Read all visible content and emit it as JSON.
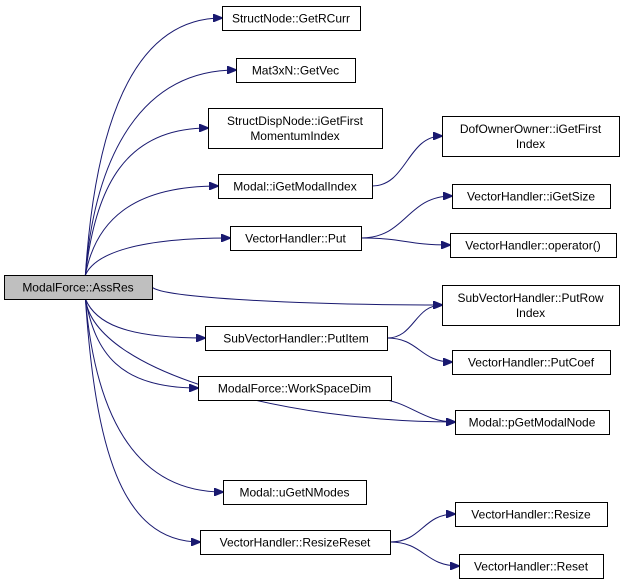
{
  "colors": {
    "edge": "#191970",
    "node_fill": "#ffffff",
    "root_fill": "#bfbfbf",
    "node_border": "#000000"
  },
  "nodes": [
    {
      "id": "root",
      "lines": [
        "ModalForce::AssRes"
      ]
    },
    {
      "id": "getrcurr",
      "lines": [
        "StructNode::GetRCurr"
      ]
    },
    {
      "id": "getvec",
      "lines": [
        "Mat3xN::GetVec"
      ]
    },
    {
      "id": "igetfirstmomentum",
      "lines": [
        "StructDispNode::iGetFirst",
        "MomentumIndex"
      ]
    },
    {
      "id": "igetmodalindex",
      "lines": [
        "Modal::iGetModalIndex"
      ]
    },
    {
      "id": "dofowner",
      "lines": [
        "DofOwnerOwner::iGetFirst",
        "Index"
      ]
    },
    {
      "id": "put",
      "lines": [
        "VectorHandler::Put"
      ]
    },
    {
      "id": "igetsize",
      "lines": [
        "VectorHandler::iGetSize"
      ]
    },
    {
      "id": "operator",
      "lines": [
        "VectorHandler::operator()"
      ]
    },
    {
      "id": "putrowindex",
      "lines": [
        "SubVectorHandler::PutRow",
        "Index"
      ]
    },
    {
      "id": "putitem",
      "lines": [
        "SubVectorHandler::PutItem"
      ]
    },
    {
      "id": "putcoef",
      "lines": [
        "VectorHandler::PutCoef"
      ]
    },
    {
      "id": "workspacedim",
      "lines": [
        "ModalForce::WorkSpaceDim"
      ]
    },
    {
      "id": "pgetmodalnode",
      "lines": [
        "Modal::pGetModalNode"
      ]
    },
    {
      "id": "ugetnmodes",
      "lines": [
        "Modal::uGetNModes"
      ]
    },
    {
      "id": "resizereset",
      "lines": [
        "VectorHandler::ResizeReset"
      ]
    },
    {
      "id": "resize",
      "lines": [
        "VectorHandler::Resize"
      ]
    },
    {
      "id": "reset",
      "lines": [
        "VectorHandler::Reset"
      ]
    }
  ],
  "edges": [
    {
      "from": "root",
      "to": "getrcurr"
    },
    {
      "from": "root",
      "to": "getvec"
    },
    {
      "from": "root",
      "to": "igetfirstmomentum"
    },
    {
      "from": "root",
      "to": "igetmodalindex"
    },
    {
      "from": "root",
      "to": "put"
    },
    {
      "from": "root",
      "to": "putrowindex"
    },
    {
      "from": "root",
      "to": "putitem"
    },
    {
      "from": "root",
      "to": "workspacedim"
    },
    {
      "from": "root",
      "to": "pgetmodalnode"
    },
    {
      "from": "root",
      "to": "ugetnmodes"
    },
    {
      "from": "root",
      "to": "resizereset"
    },
    {
      "from": "igetmodalindex",
      "to": "dofowner"
    },
    {
      "from": "put",
      "to": "igetsize"
    },
    {
      "from": "put",
      "to": "operator"
    },
    {
      "from": "putitem",
      "to": "putrowindex"
    },
    {
      "from": "putitem",
      "to": "putcoef"
    },
    {
      "from": "workspacedim",
      "to": "pgetmodalnode"
    },
    {
      "from": "resizereset",
      "to": "resize"
    },
    {
      "from": "resizereset",
      "to": "reset"
    }
  ]
}
